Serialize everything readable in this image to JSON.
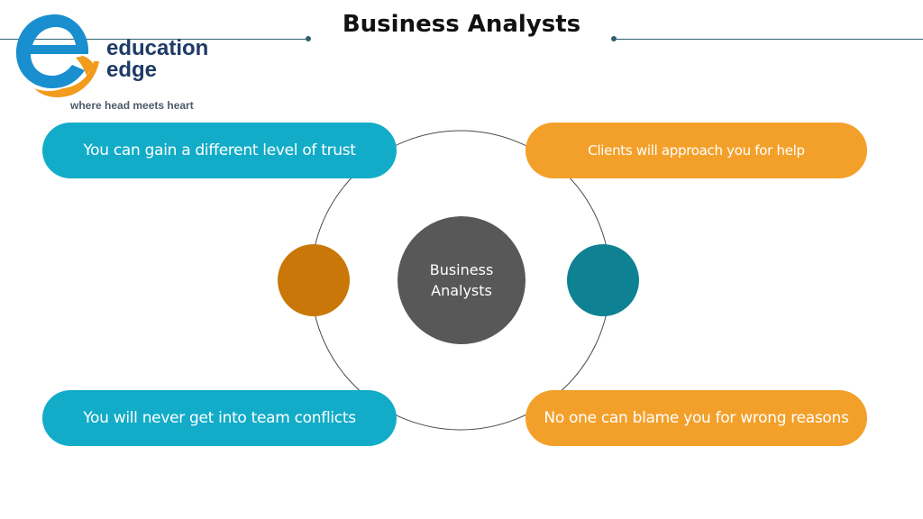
{
  "slide": {
    "title": "Business Analysts"
  },
  "logo": {
    "brand_line1": "education",
    "brand_line2": "edge",
    "tagline": "where head meets heart",
    "colors": {
      "blue": "#1a8fd0",
      "orange": "#f29b1c",
      "text": "#1f3a66"
    }
  },
  "diagram": {
    "center_line1": "Business",
    "center_line2": "Analysts",
    "items": {
      "top_left": "You can gain a different level of trust",
      "top_right": "Clients will approach you for help",
      "bottom_left": "You will never get into team conflicts",
      "bottom_right": "No one can blame you for wrong reasons"
    },
    "colors": {
      "teal_pill": "#12acc8",
      "orange_pill": "#f3a02a",
      "left_node": "#c87708",
      "right_node": "#0e8293",
      "center": "#585858",
      "ring": "#4a4a4a"
    }
  }
}
